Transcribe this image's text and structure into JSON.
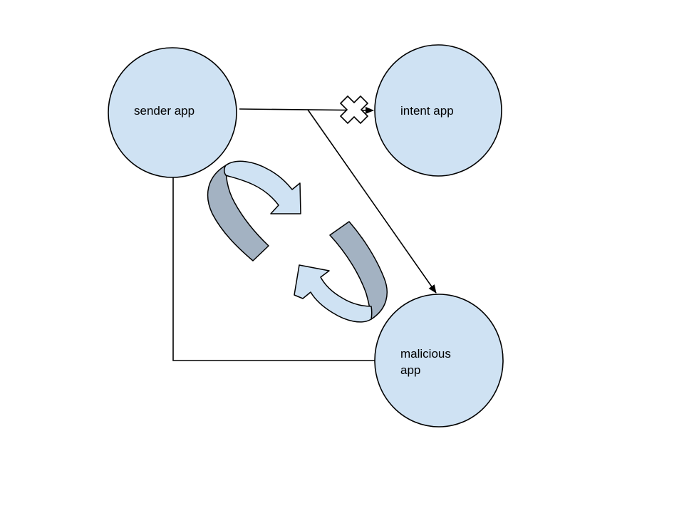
{
  "diagram": {
    "nodes": {
      "sender": {
        "line1": "sender app",
        "line2": ""
      },
      "intent": {
        "line1": "intent app",
        "line2": ""
      },
      "malicious": {
        "line1": "malicious",
        "line2": "app"
      }
    },
    "colors": {
      "node_fill": "#cfe2f3",
      "cycle_front": "#cfe2f3",
      "cycle_side": "#a3b2c2",
      "stroke": "#000000",
      "block_mark": "#ffffff"
    },
    "icons": {
      "blocked": "x-mark-icon",
      "cycle": "circular-arrows-icon"
    },
    "edges": [
      {
        "from": "sender",
        "to": "intent",
        "blocked": true
      },
      {
        "from": "sender",
        "to": "malicious",
        "blocked": false
      },
      {
        "from": "sender",
        "to": "malicious",
        "blocked": false
      }
    ]
  }
}
